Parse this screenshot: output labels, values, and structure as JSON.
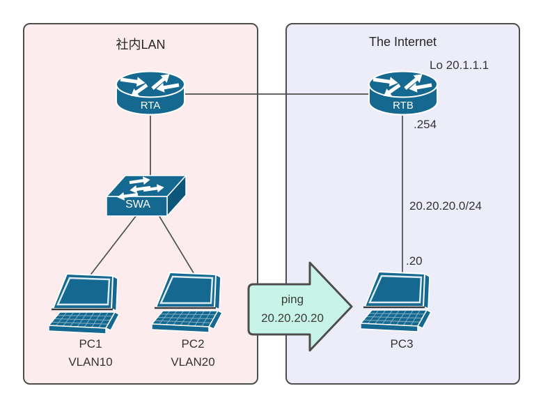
{
  "colors": {
    "lan_box_bg": "#fdecee",
    "internet_box_bg": "#ededfa",
    "box_border": "#4d4d4d",
    "node_fill": "#15688f",
    "node_side_fill": "#0e5679",
    "ping_arrow_fill": "#c8f4e7",
    "link_line": "#4d4d4d"
  },
  "lan": {
    "title": "社内LAN",
    "router": {
      "name": "RTA"
    },
    "switch": {
      "name": "SWA"
    },
    "pc1": {
      "name": "PC1",
      "vlan": "VLAN10"
    },
    "pc2": {
      "name": "PC2",
      "vlan": "VLAN20"
    }
  },
  "internet": {
    "title": "The Internet",
    "router": {
      "name": "RTB",
      "loopback": "Lo 20.1.1.1",
      "downlink_ip": ".254"
    },
    "subnet": "20.20.20.0/24",
    "pc3": {
      "name": "PC3",
      "ip": ".20"
    }
  },
  "ping": {
    "label": "ping",
    "target": "20.20.20.20"
  }
}
